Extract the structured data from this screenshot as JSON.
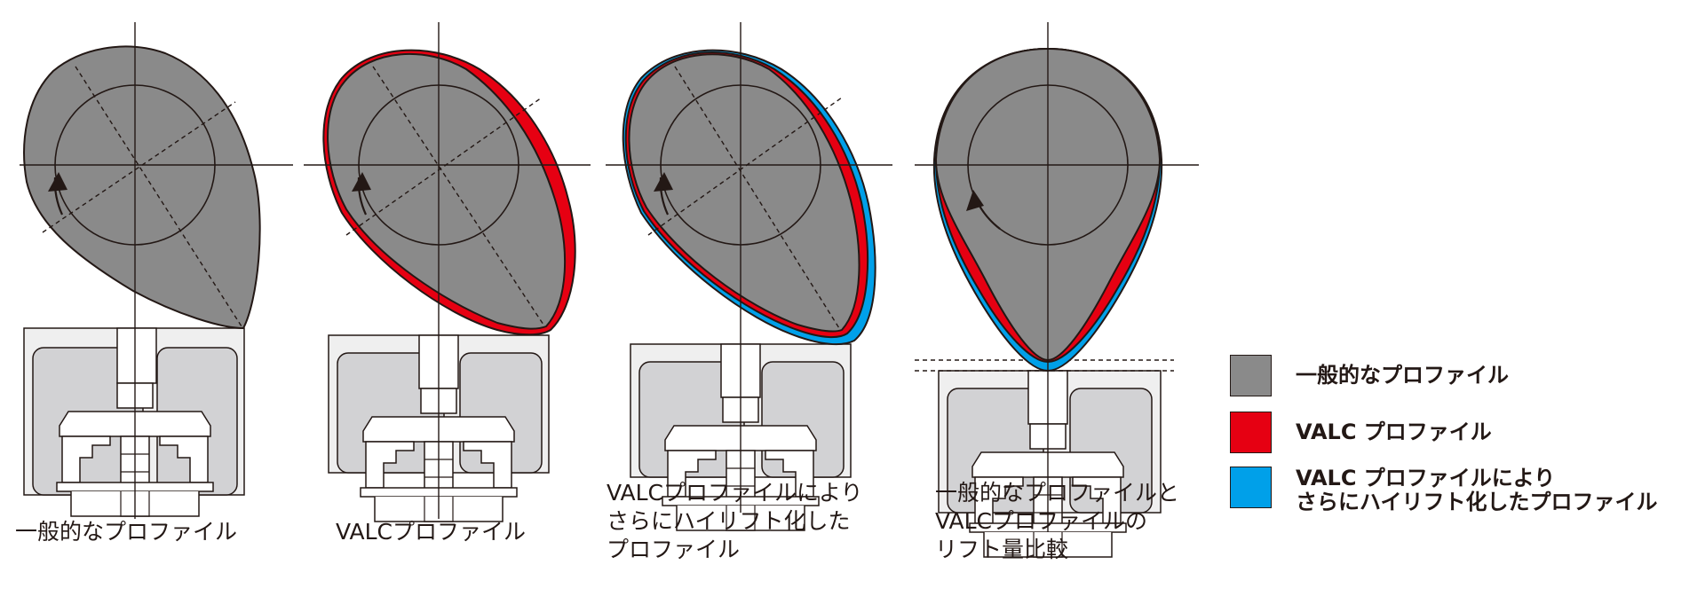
{
  "colors": {
    "cam_gray": "#8a8a8a",
    "valc_red": "#e60012",
    "valc_plus_blue": "#00a0e9",
    "outline": "#231815",
    "housing_light": "#efefef",
    "housing_mid": "#d2d2d4"
  },
  "panels": [
    {
      "id": "general",
      "caption_lines": [
        "一般的なプロファイル"
      ]
    },
    {
      "id": "valc",
      "caption_lines": [
        "VALCプロファイル"
      ]
    },
    {
      "id": "valc_plus",
      "caption_lines": [
        "VALCプロファイルにより",
        "さらにハイリフト化した",
        "プロファイル"
      ]
    },
    {
      "id": "comparison",
      "caption_lines": [
        "一般的なプロファイルと",
        "VALCプロファイルの",
        "リフト量比較"
      ]
    }
  ],
  "legend": [
    {
      "color": "#8a8a8a",
      "lines": [
        "一般的なプロファイル"
      ]
    },
    {
      "color": "#e60012",
      "lines": [
        "VALC プロファイル"
      ]
    },
    {
      "color": "#00a0e9",
      "lines": [
        "VALC プロファイルにより",
        "さらにハイリフト化したプロファイル"
      ]
    }
  ]
}
